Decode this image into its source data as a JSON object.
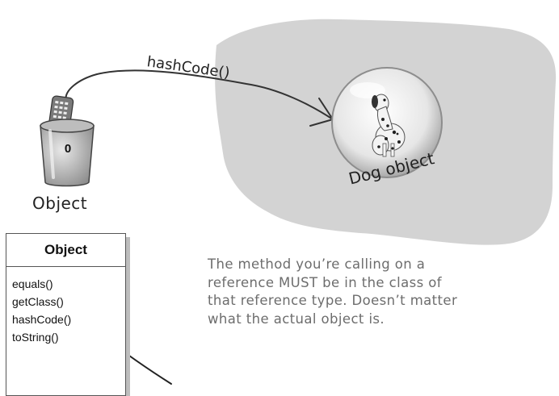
{
  "cup": {
    "value": "0",
    "label": "Object"
  },
  "call": {
    "label": "hashCode()"
  },
  "dog": {
    "label": "Dog object"
  },
  "class_box": {
    "name": "Object",
    "methods": [
      "equals()",
      "getClass()",
      "hashCode()",
      "toString()"
    ]
  },
  "note": {
    "lines": [
      "The method you’re calling on a",
      "reference MUST be in the class of",
      "that reference type. Doesn’t matter",
      "what the actual object is."
    ]
  }
}
